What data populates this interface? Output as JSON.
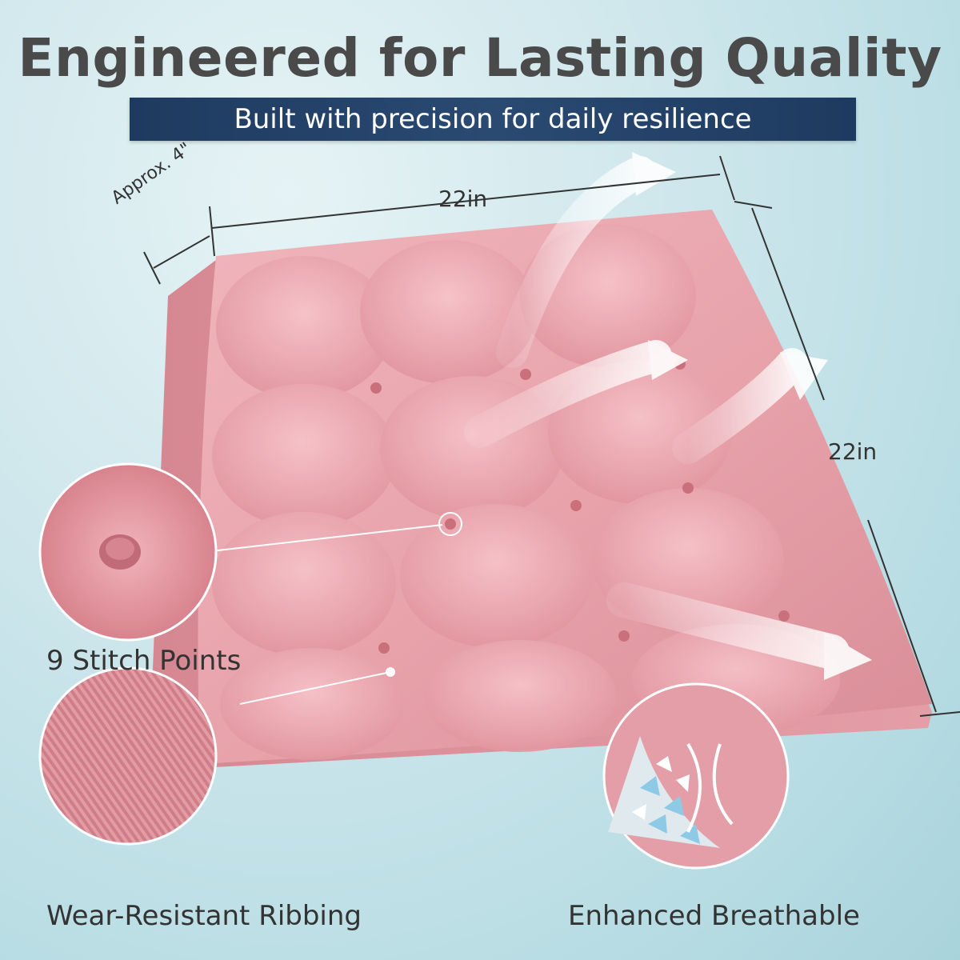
{
  "heading": {
    "title": "Engineered for Lasting Quality",
    "subtitle": "Built with precision for daily resilience"
  },
  "dimensions": {
    "depth": "Approx. 4\"",
    "width": "22in",
    "length": "22in"
  },
  "callouts": {
    "stitch": "9 Stitch Points",
    "ribbing": "Wear-Resistant Ribbing",
    "breathable": "Enhanced Breathable"
  },
  "colors": {
    "cushion": "#e8a3ab",
    "banner": "#1e3a5f",
    "background": "#cfe7ec"
  }
}
